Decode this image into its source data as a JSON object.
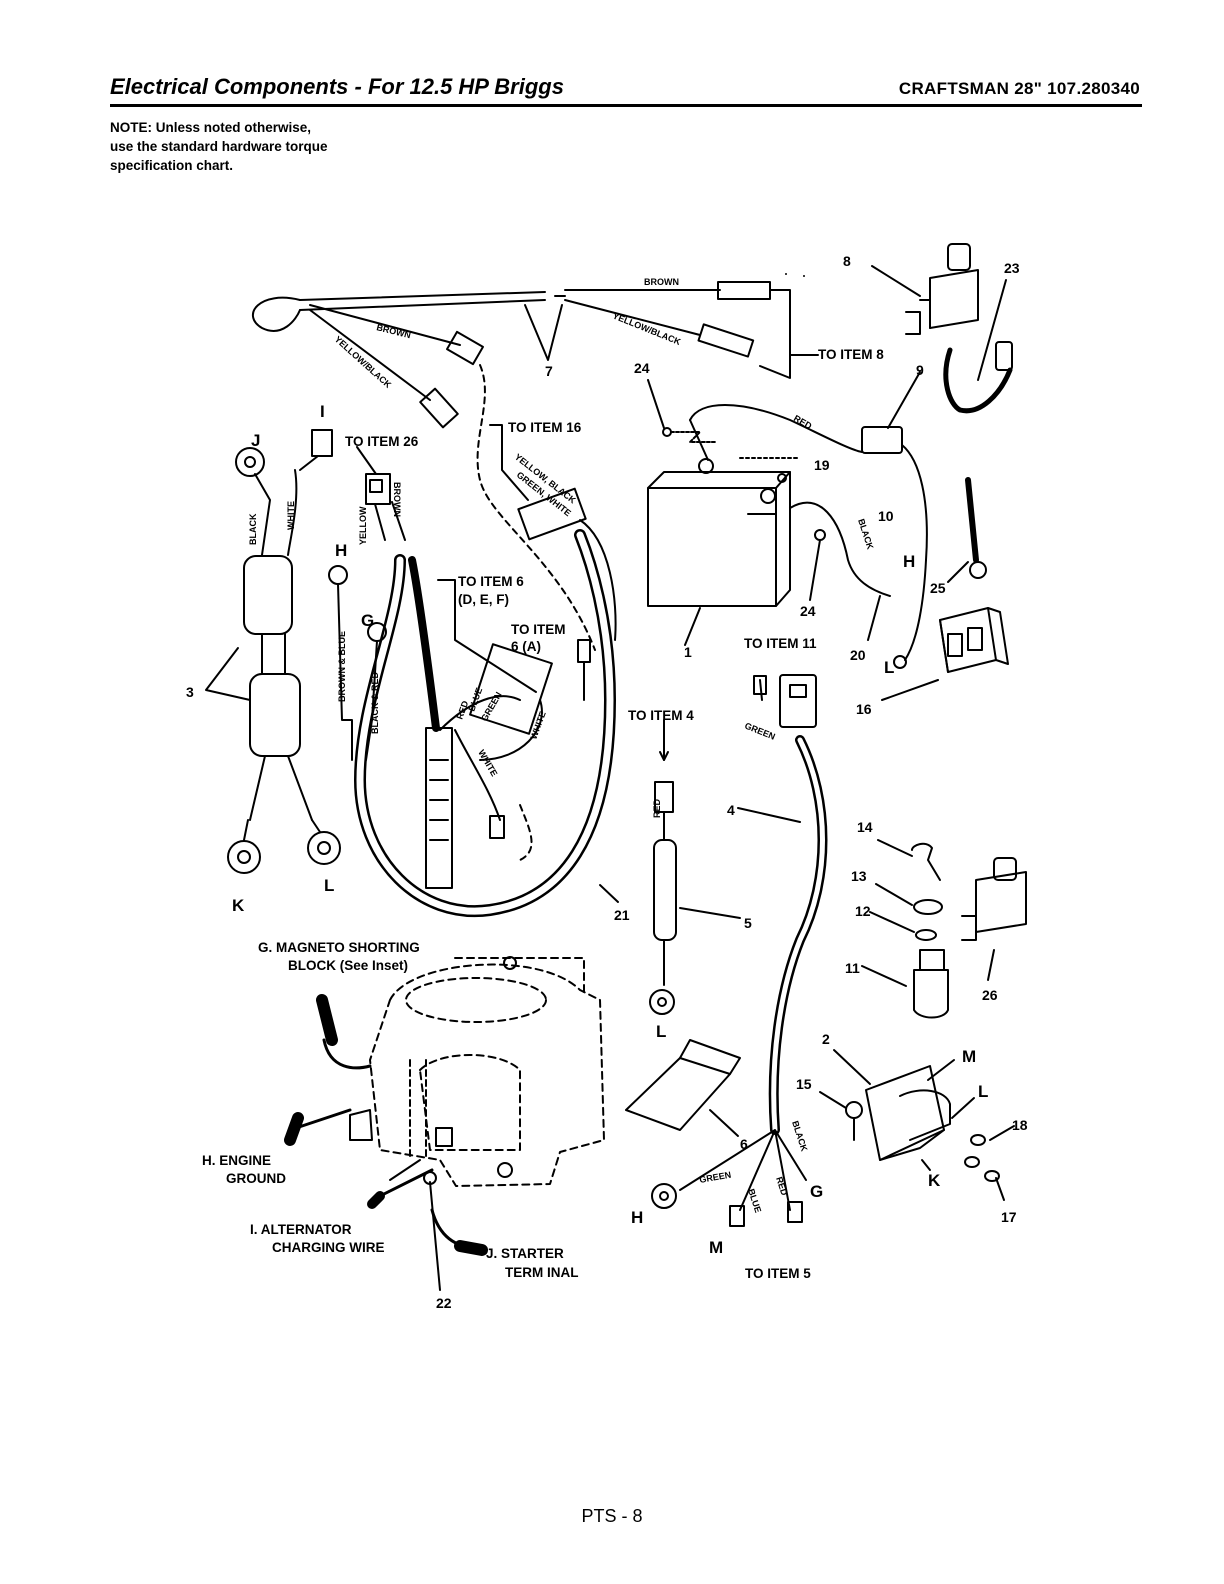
{
  "header": {
    "title": "Electrical Components - For 12.5 HP Briggs",
    "model": "CRAFTSMAN 28\" 107.280340"
  },
  "note": [
    "NOTE: Unless noted otherwise,",
    "use the standard hardware torque",
    "specification chart."
  ],
  "callouts": {
    "n1": "1",
    "n2": "2",
    "n3": "3",
    "n4": "4",
    "n5": "5",
    "n6": "6",
    "n7": "7",
    "n8": "8",
    "n9": "9",
    "n10": "10",
    "n11": "11",
    "n12": "12",
    "n13": "13",
    "n14": "14",
    "n15": "15",
    "n16": "16",
    "n17": "17",
    "n18": "18",
    "n19": "19",
    "n20": "20",
    "n21": "21",
    "n22": "22",
    "n23": "23",
    "n24a": "24",
    "n24b": "24",
    "n25": "25",
    "n26": "26"
  },
  "letters": {
    "I": "I",
    "J": "J",
    "H1": "H",
    "G1": "G",
    "K1": "K",
    "L1": "L",
    "H2": "H",
    "L2": "L",
    "L3": "L",
    "M1": "M",
    "L4": "L",
    "K2": "K",
    "G2": "G",
    "H3": "H",
    "M2": "M"
  },
  "refs": {
    "item26": "TO ITEM 26",
    "item16": "TO ITEM 16",
    "item8": "TO ITEM 8",
    "item6def_1": "TO ITEM 6",
    "item6def_2": "(D, E, F)",
    "item6a_1": "TO ITEM",
    "item6a_2": "6 (A)",
    "item11": "TO ITEM 11",
    "item4": "TO ITEM 4",
    "item5": "TO ITEM 5"
  },
  "captions": {
    "g1": "G.  MAGNETO SHORTING",
    "g2": "BLOCK (See Inset)",
    "h1": "H.  ENGINE",
    "h2": "GROUND",
    "i1": "I.  ALTERNATOR",
    "i2": "CHARGING WIRE",
    "j1": "J.  STARTER",
    "j2": "TERM INAL"
  },
  "wires": {
    "brown1": "BROWN",
    "yb1": "YELLOW/BLACK",
    "brown2": "BROWN",
    "yb2": "YELLOW/BLACK",
    "red1": "RED",
    "black1": "BLACK",
    "black2": "BLACK",
    "white1": "WHITE",
    "yellow": "YELLOW",
    "brown3": "BROWN",
    "ybgw1": "YELLOW, BLACK",
    "ybgw2": "GREEN, WHITE",
    "bb": "BROWN & BLUE",
    "br": "BLACK & RED",
    "red2": "RED",
    "blue1": "BLUE",
    "green1": "GREEN",
    "white2": "WHITE",
    "white3": "WHITE",
    "green2": "GREEN",
    "red3": "RED",
    "black3": "BLACK",
    "green3": "GREEN",
    "red4": "RED",
    "blue2": "BLUE"
  },
  "footer": "PTS - 8"
}
